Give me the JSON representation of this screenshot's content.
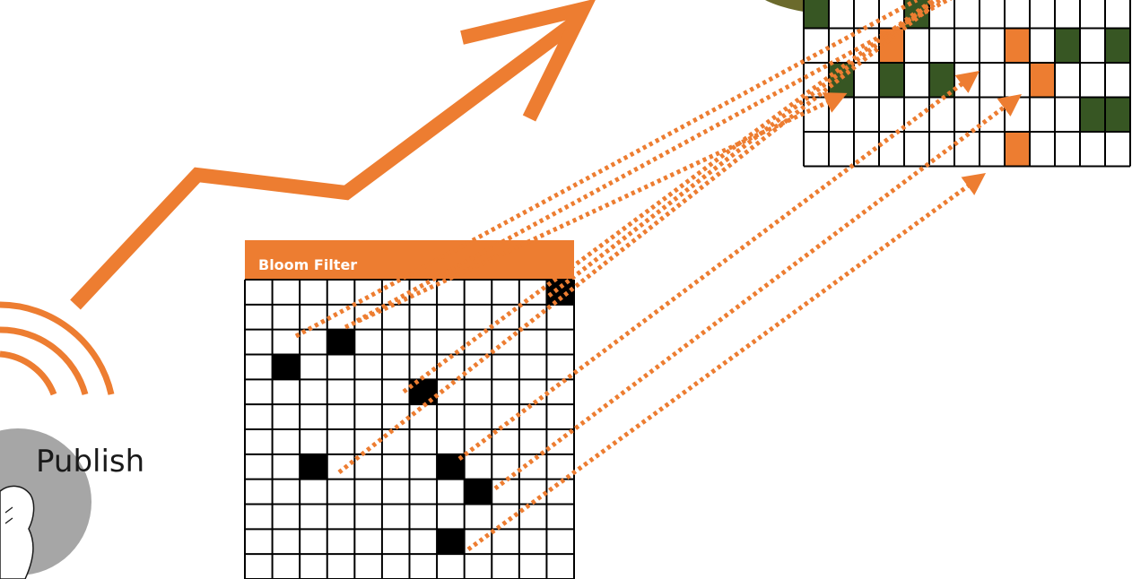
{
  "publish_label": "Publish",
  "bloom_filter": {
    "header": "Bloom Filter",
    "rows": 12,
    "cols": 12,
    "set_cells": [
      [
        0,
        11
      ],
      [
        2,
        3
      ],
      [
        3,
        1
      ],
      [
        4,
        6
      ],
      [
        7,
        2
      ],
      [
        7,
        7
      ],
      [
        8,
        8
      ],
      [
        10,
        7
      ]
    ]
  },
  "target_grid": {
    "cols": 13,
    "visible_rows": 5,
    "green_cells": [
      [
        0,
        0
      ],
      [
        0,
        4
      ],
      [
        1,
        10
      ],
      [
        1,
        12
      ],
      [
        2,
        3
      ],
      [
        2,
        1
      ],
      [
        2,
        5
      ],
      [
        3,
        12
      ],
      [
        3,
        11
      ]
    ],
    "orange_cells": [
      [
        1,
        3
      ],
      [
        1,
        8
      ],
      [
        2,
        9
      ],
      [
        4,
        8
      ]
    ]
  },
  "colors": {
    "accent_orange": "#ed7d31",
    "dark_green": "#375623",
    "filled_black": "#000000",
    "grid_line": "#000000",
    "avatar_gray": "#a6a6a6"
  },
  "icons": [
    "broadcast-icon",
    "user-avatar-icon",
    "trend-arrow-icon"
  ]
}
